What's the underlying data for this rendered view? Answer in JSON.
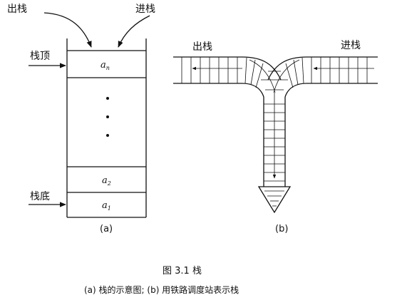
{
  "panel_a": {
    "label_pop": "出栈",
    "label_push": "进栈",
    "label_top": "栈顶",
    "label_bottom": "栈底",
    "cell_top_var": "a",
    "cell_top_sub": "n",
    "cell_2_var": "a",
    "cell_2_sub": "2",
    "cell_1_var": "a",
    "cell_1_sub": "1",
    "panel_label": "(a)"
  },
  "panel_b": {
    "label_pop": "出栈",
    "label_push": "进栈",
    "panel_label": "(b)"
  },
  "caption": {
    "title": "图 3.1   栈",
    "subtitle": "(a) 栈的示意图; (b) 用铁路调度站表示栈"
  }
}
